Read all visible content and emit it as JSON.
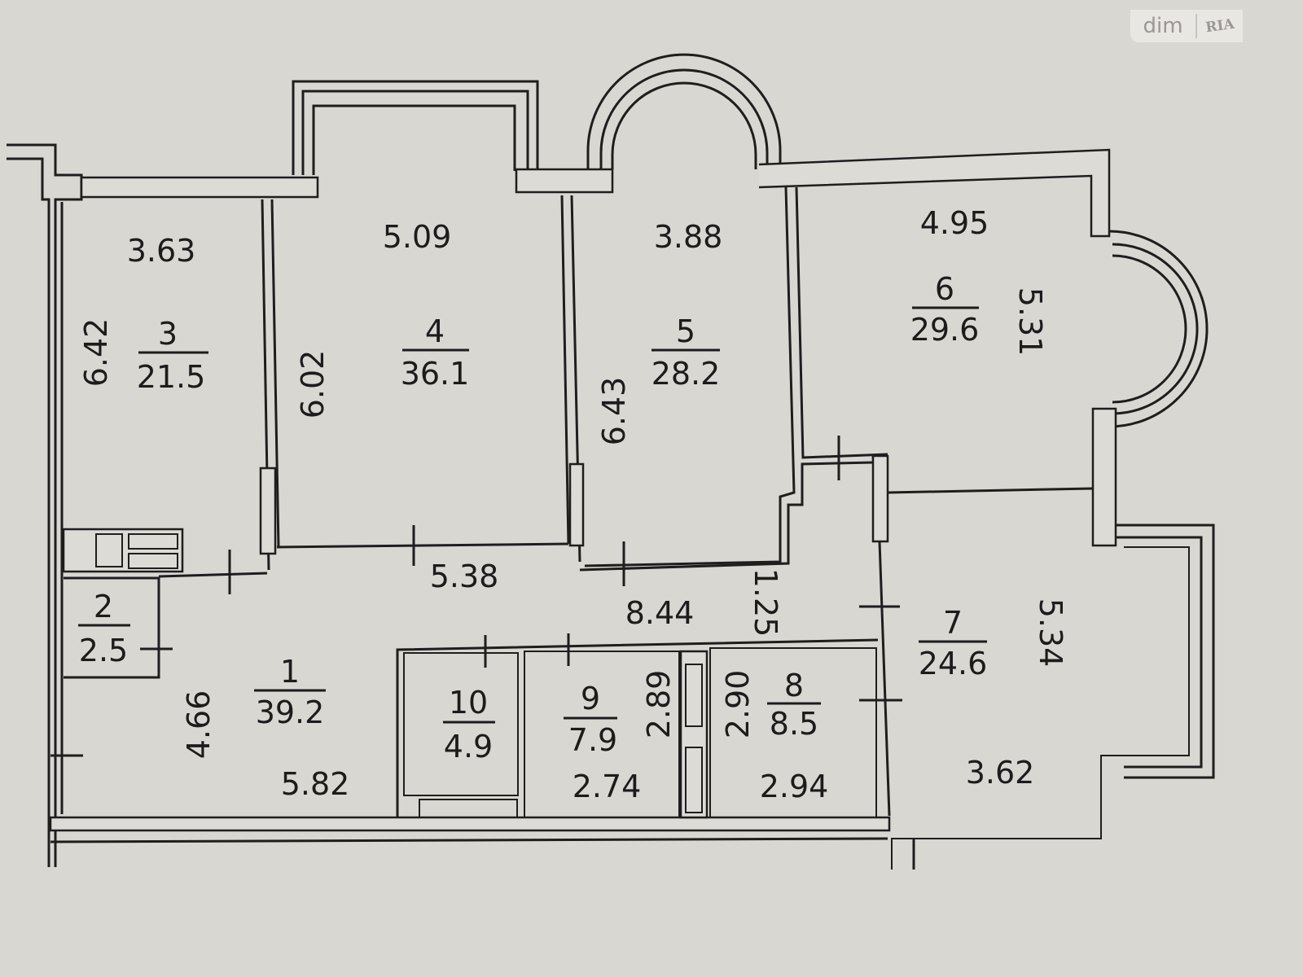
{
  "logo": {
    "left": "dim",
    "right": "RIA"
  },
  "rooms": [
    {
      "number": "1",
      "area": "39.2"
    },
    {
      "number": "2",
      "area": "2.5"
    },
    {
      "number": "3",
      "area": "21.5"
    },
    {
      "number": "4",
      "area": "36.1"
    },
    {
      "number": "5",
      "area": "28.2"
    },
    {
      "number": "6",
      "area": "29.6"
    },
    {
      "number": "7",
      "area": "24.6"
    },
    {
      "number": "8",
      "area": "8.5"
    },
    {
      "number": "9",
      "area": "7.9"
    },
    {
      "number": "10",
      "area": "4.9"
    }
  ],
  "dimensions": {
    "room3_width": "3.63",
    "room3_length": "6.42",
    "room4_width": "5.09",
    "room4_length": "6.02",
    "room5_width": "3.88",
    "room5_length": "6.43",
    "room6_width": "4.95",
    "room6_length": "5.31",
    "room7_length": "5.34",
    "room7_width": "3.62",
    "hall_upper": "5.38",
    "hall_corridor": "8.44",
    "hall_corridor_width": "1.25",
    "room1_width": "5.82",
    "room1_length": "4.66",
    "room9_width": "2.74",
    "room9_length": "2.89",
    "room8_width": "2.94",
    "room8_length": "2.90"
  }
}
